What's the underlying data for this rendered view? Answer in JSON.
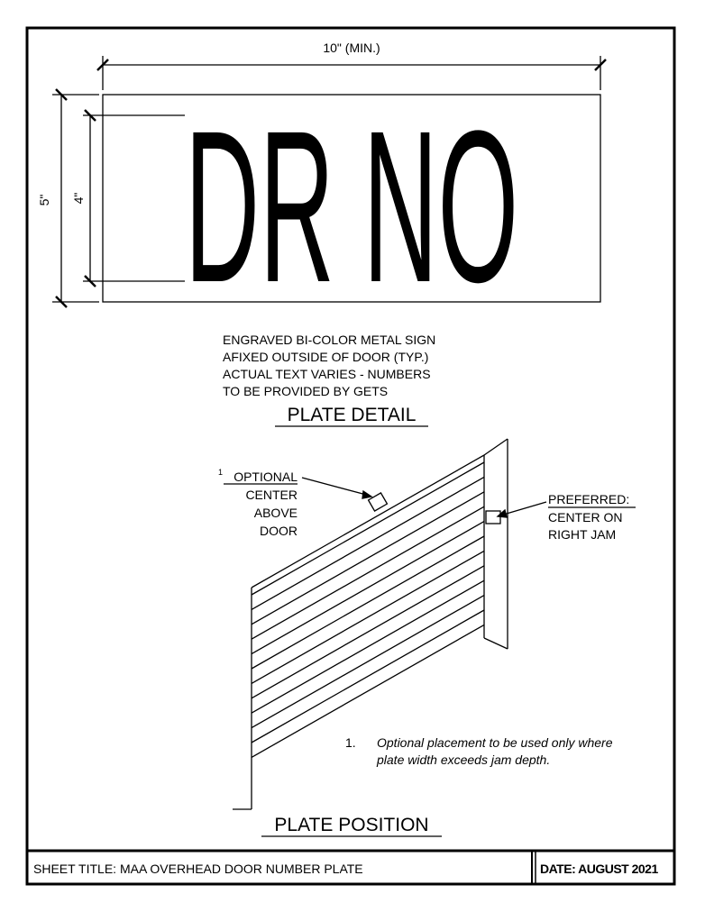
{
  "plate_detail": {
    "width_dim": "10\" (MIN.)",
    "height_outer_dim": "5\"",
    "height_inner_dim": "4\"",
    "sign_text": "DR NO",
    "notes": [
      "ENGRAVED BI-COLOR METAL SIGN",
      "AFIXED OUTSIDE OF DOOR (TYP.)",
      "ACTUAL TEXT VARIES - NUMBERS",
      "TO BE PROVIDED BY GETS"
    ],
    "title": "PLATE DETAIL"
  },
  "plate_position": {
    "optional_label": {
      "superscript": "1",
      "lines": [
        "OPTIONAL",
        "CENTER",
        "ABOVE",
        "DOOR"
      ]
    },
    "preferred_label": {
      "lines": [
        "PREFERRED:",
        "CENTER ON",
        "RIGHT JAM"
      ]
    },
    "footnote": {
      "number": "1.",
      "lines": [
        "Optional placement to be used only where",
        "plate width exceeds jam depth."
      ]
    },
    "title": "PLATE POSITION"
  },
  "title_block": {
    "sheet_title": "SHEET TITLE: MAA OVERHEAD DOOR NUMBER PLATE",
    "date": "DATE: AUGUST 2021"
  }
}
